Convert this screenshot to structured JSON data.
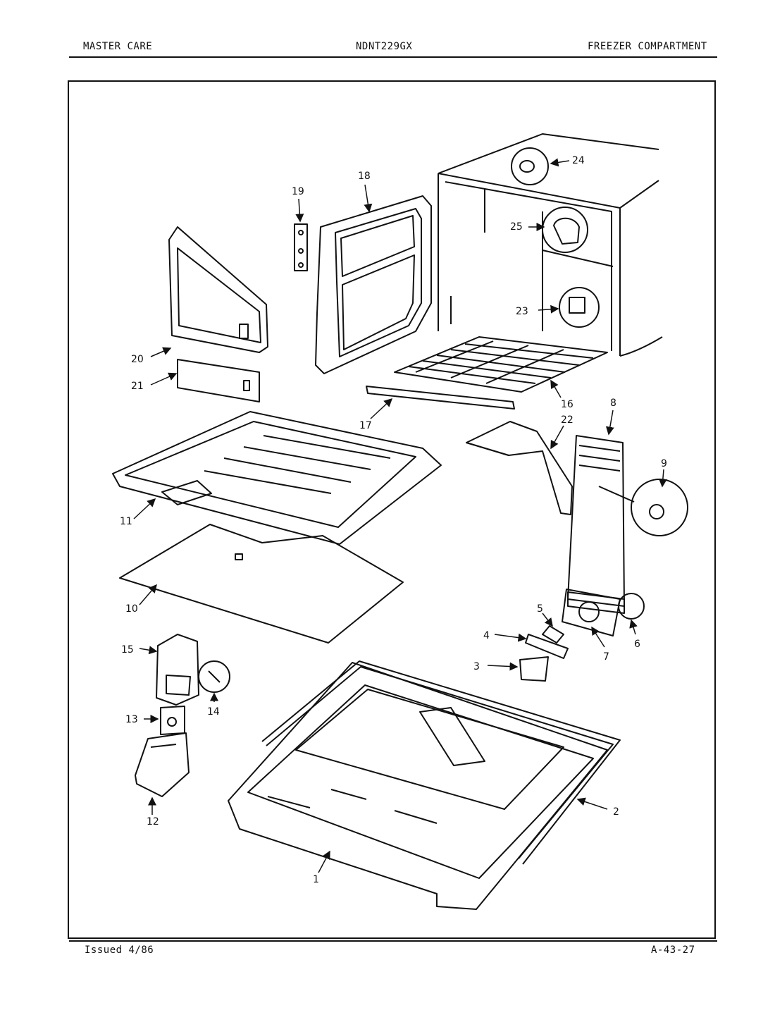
{
  "header": {
    "left": "MASTER CARE",
    "center": "NDNT229GX",
    "right": "FREEZER COMPARTMENT"
  },
  "footer": {
    "left": "Issued 4/86",
    "right": "A-43-27"
  },
  "callouts": {
    "c1": "1",
    "c2": "2",
    "c3": "3",
    "c4": "4",
    "c5": "5",
    "c6": "6",
    "c7": "7",
    "c8": "8",
    "c9": "9",
    "c10": "10",
    "c11": "11",
    "c12": "12",
    "c13": "13",
    "c14": "14",
    "c15": "15",
    "c16": "16",
    "c17": "17",
    "c18": "18",
    "c19": "19",
    "c20": "20",
    "c21": "21",
    "c22": "22",
    "c23": "23",
    "c24": "24",
    "c25": "25"
  }
}
